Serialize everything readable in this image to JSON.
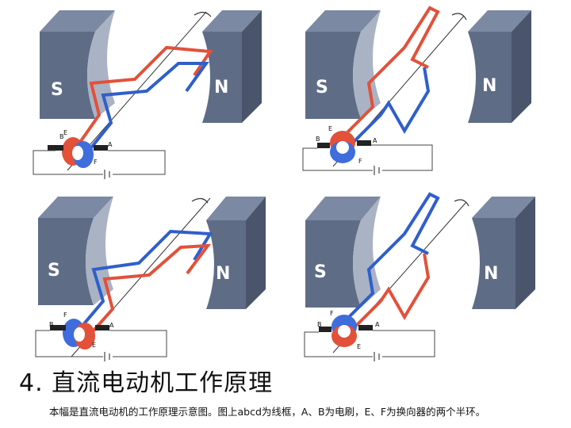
{
  "title": "4. 直流电动机工作原理",
  "caption": "本幅是直流电动机的工作原理示意图。图上abcd为线框，A、B为电刷，E、F为换向器的两个半环。",
  "colors": {
    "magnet": "#5f6c86",
    "wire_a": "#e2513a",
    "wire_b": "#2f5fcc",
    "circuit": "#444444"
  },
  "panels": [
    {
      "pole_s": "S",
      "pole_n": "N",
      "brush_left": "B",
      "brush_right": "A",
      "ring_top": "E",
      "ring_bottom": "F"
    },
    {
      "pole_s": "S",
      "pole_n": "N",
      "brush_left": "B",
      "brush_right": "A",
      "ring_top": "E",
      "ring_bottom": "F"
    },
    {
      "pole_s": "S",
      "pole_n": "N",
      "brush_left": "B",
      "brush_right": "A",
      "ring_top": "F",
      "ring_bottom": "E"
    },
    {
      "pole_s": "S",
      "pole_n": "N",
      "brush_left": "B",
      "brush_right": "A",
      "ring_top": "F",
      "ring_bottom": "E"
    }
  ]
}
